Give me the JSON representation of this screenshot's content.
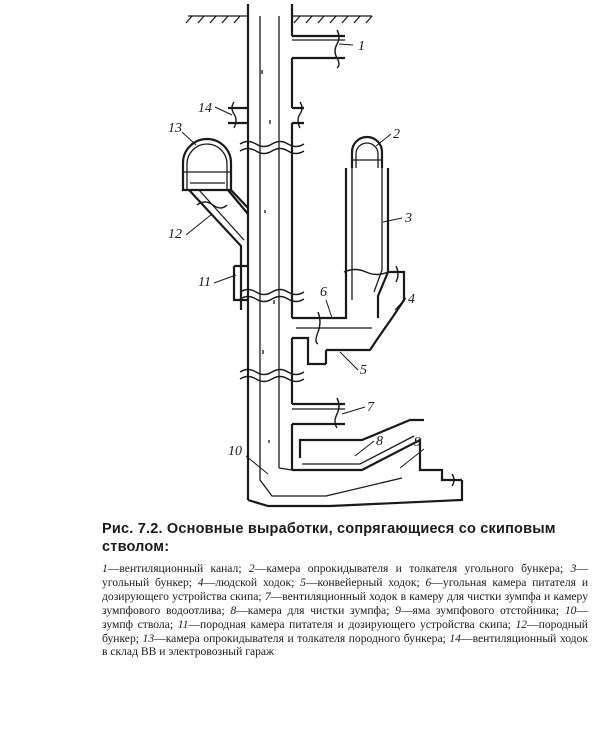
{
  "labels": [
    "1",
    "2",
    "3",
    "4",
    "5",
    "6",
    "7",
    "8",
    "9",
    "10",
    "11",
    "12",
    "13",
    "14"
  ],
  "caption": {
    "title": "Рис. 7.2. Основные выработки, сопрягающиеся со скиповым стволом:",
    "legend": [
      {
        "num": "1",
        "text": "вентиляционный канал"
      },
      {
        "num": "2",
        "text": "камера опрокидывателя и толкателя угольного бункера"
      },
      {
        "num": "3",
        "text": "угольный бункер"
      },
      {
        "num": "4",
        "text": "людской ходок"
      },
      {
        "num": "5",
        "text": "конвейерный ходок"
      },
      {
        "num": "6",
        "text": "угольная камера питателя и дозирующего устройства скипа"
      },
      {
        "num": "7",
        "text": "вентиляционный ходок в камеру для чистки зумпфа и камеру зумпфового водоотлива"
      },
      {
        "num": "8",
        "text": "камера для чистки зумпфа"
      },
      {
        "num": "9",
        "text": "яма зумпфового отстойника"
      },
      {
        "num": "10",
        "text": "зумпф ствола"
      },
      {
        "num": "11",
        "text": "породная камера питателя и дозирующего устройства скипа"
      },
      {
        "num": "12",
        "text": "породный бункер"
      },
      {
        "num": "13",
        "text": "камера опрокидывателя и толкателя породного бункера"
      },
      {
        "num": "14",
        "text": "вентиляционный ходок в склад ВВ и электровозный гараж"
      }
    ]
  }
}
